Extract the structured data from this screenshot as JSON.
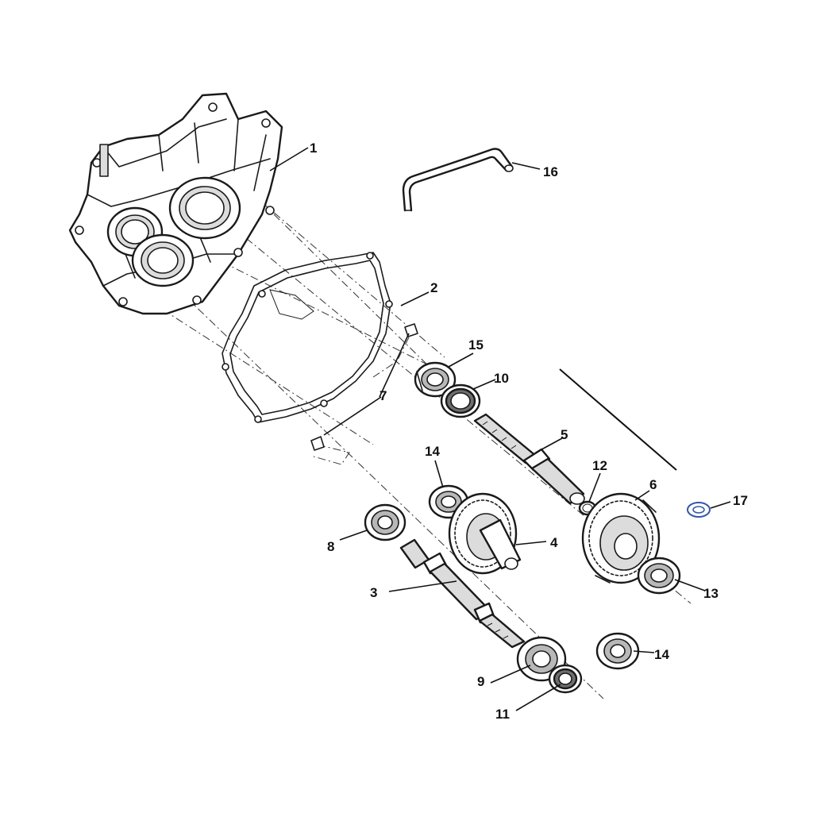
{
  "diagram": {
    "type": "exploded-parts-diagram",
    "callouts": [
      {
        "id": "1",
        "label": "1"
      },
      {
        "id": "2",
        "label": "2"
      },
      {
        "id": "3",
        "label": "3"
      },
      {
        "id": "4",
        "label": "4"
      },
      {
        "id": "5",
        "label": "5"
      },
      {
        "id": "6",
        "label": "6"
      },
      {
        "id": "7",
        "label": "7"
      },
      {
        "id": "8",
        "label": "8"
      },
      {
        "id": "9",
        "label": "9"
      },
      {
        "id": "10",
        "label": "10"
      },
      {
        "id": "11",
        "label": "11"
      },
      {
        "id": "12",
        "label": "12"
      },
      {
        "id": "13",
        "label": "13"
      },
      {
        "id": "14a",
        "label": "14"
      },
      {
        "id": "14b",
        "label": "14"
      },
      {
        "id": "15",
        "label": "15"
      },
      {
        "id": "16",
        "label": "16"
      },
      {
        "id": "17",
        "label": "17"
      }
    ],
    "highlight_color": "#3355aa",
    "line_color": "#1a1a1a"
  }
}
